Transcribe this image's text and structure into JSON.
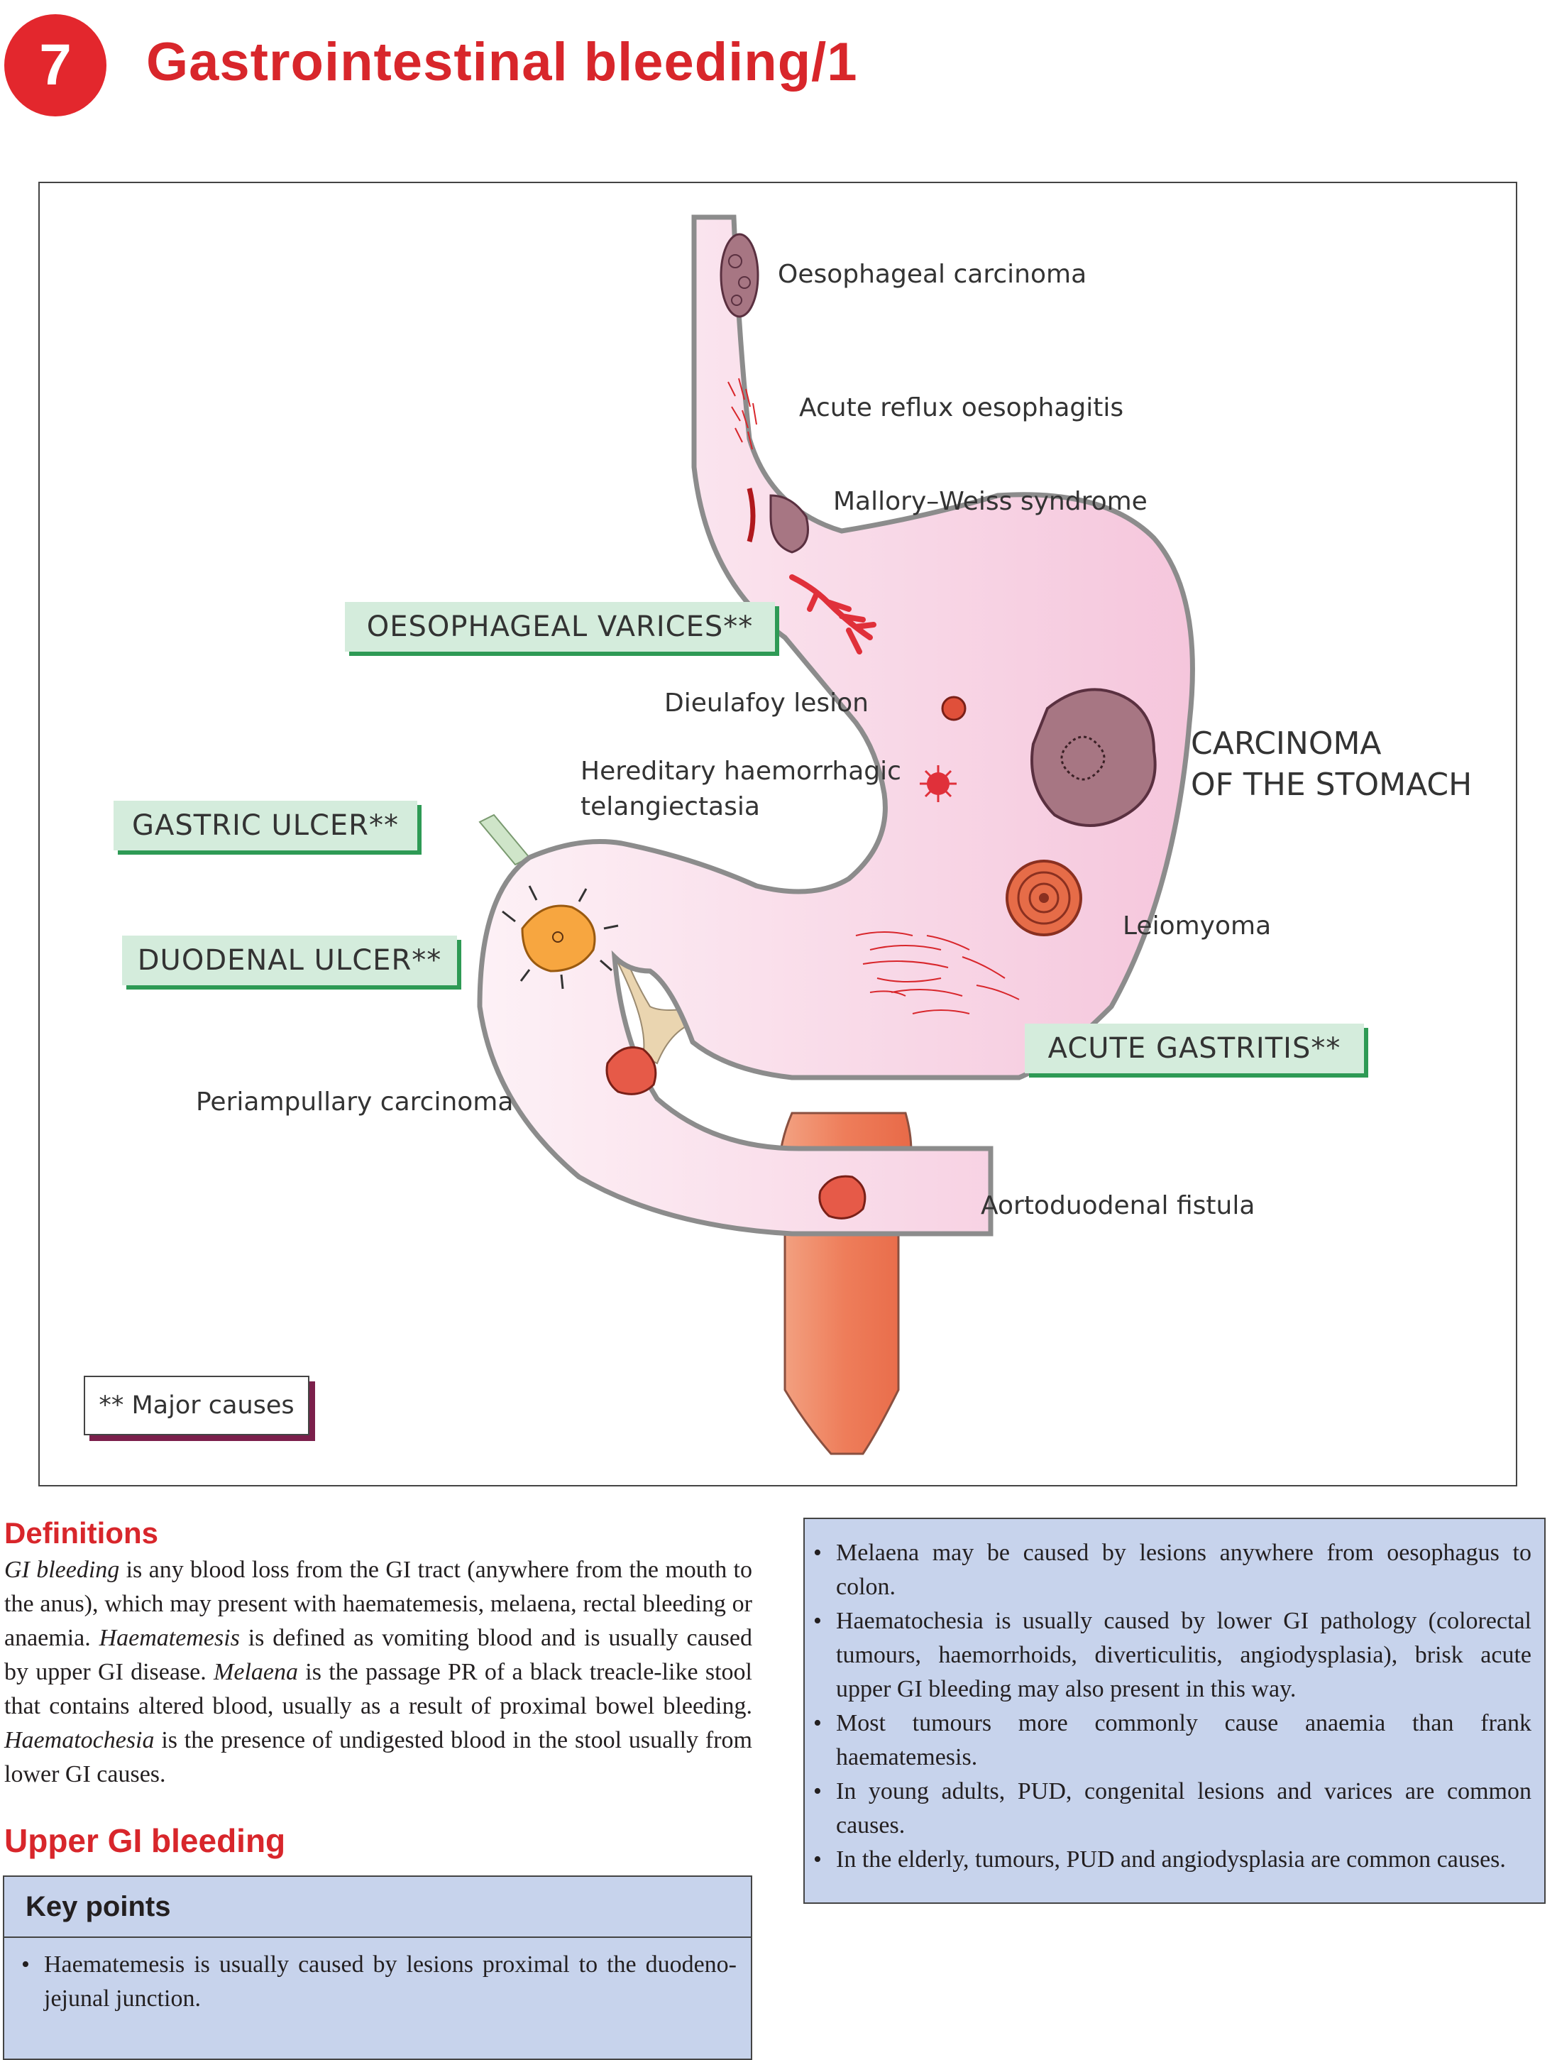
{
  "header": {
    "chapter_number": "7",
    "title": "Gastrointestinal bleeding/1"
  },
  "figure": {
    "labels": {
      "oesophageal_carcinoma": "Oesophageal carcinoma",
      "acute_reflux": "Acute reflux oesophagitis",
      "mallory_weiss": "Mallory–Weiss syndrome",
      "dieulafoy": "Dieulafoy  lesion",
      "hht_line1": "Hereditary haemorrhagic",
      "hht_line2": "telangiectasia",
      "carcinoma_stomach_line1": "CARCINOMA",
      "carcinoma_stomach_line2": "OF THE STOMACH",
      "leiomyoma": "Leiomyoma",
      "periampullary": "Periampullary  carcinoma",
      "aortoduodenal": "Aortoduodenal fistula"
    },
    "major_boxes": {
      "varices": "OESOPHAGEAL VARICES**",
      "gastric_ulcer": "GASTRIC ULCER**",
      "duodenal_ulcer": "DUODENAL ULCER**",
      "acute_gastritis": "ACUTE GASTRITIS**"
    },
    "legend": "** Major causes",
    "colors": {
      "mucosa": "#f8d6e6",
      "outline": "#8a8a8a",
      "aorta": "#ee7d5a",
      "major_box_fill": "#d4ecdc",
      "major_box_shadow": "#2e9a55"
    }
  },
  "definitions": {
    "heading": "Definitions",
    "p1_term": "GI bleeding",
    "p1_text": " is any blood loss from the GI tract (anywhere from the mouth to the anus), which may present with haematemesis, melaena, rectal bleeding or anaemia. ",
    "p2_term": "Haematemesis",
    "p2_text": " is defined as vomiting blood and is usually caused by upper GI disease. ",
    "p3_term": "Melaena",
    "p3_text": " is the passage PR of a black treacle-like stool that contains altered blood, usually as a result of proximal bowel bleeding. ",
    "p4_term": "Haematochesia",
    "p4_text": " is the presence of undigested blood in the stool usually from lower GI causes."
  },
  "upper_gi": {
    "heading": "Upper GI bleeding",
    "key_points_title": "Key points",
    "key_point_1": "Haematemesis is usually caused by lesions proximal to the duodeno-jejunal junction."
  },
  "right_box": {
    "bullets": [
      "Melaena may be caused by lesions anywhere from oesophagus to colon.",
      "Haematochesia is usually caused by lower GI pathology (colorectal tumours, haemorrhoids, diverticulitis, angiodysplasia), brisk acute upper GI bleeding may also present in this way.",
      "Most tumours more commonly cause anaemia than frank haematemesis.",
      "In young adults, PUD, congenital lesions and varices are common causes.",
      "In the elderly, tumours, PUD and angiodysplasia are common causes."
    ]
  }
}
